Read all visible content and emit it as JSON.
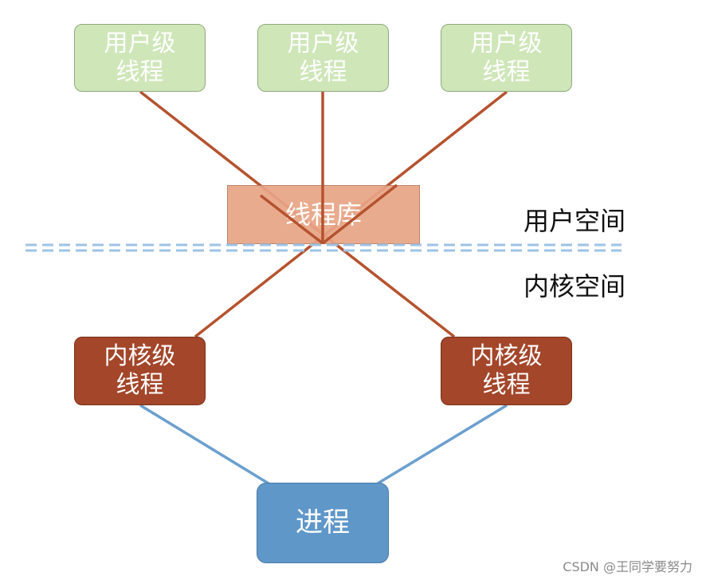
{
  "nodes": {
    "user_threads": [
      "用户级\n线程",
      "用户级\n线程",
      "用户级\n线程"
    ],
    "thread_library": "线程库",
    "kernel_threads": [
      "内核级\n线程",
      "内核级\n线程"
    ],
    "process": "进程"
  },
  "regions": {
    "user_space": "用户空间",
    "kernel_space": "内核空间"
  },
  "colors": {
    "user_thread_fill": "#cfe6b9",
    "thread_lib_fill": "#e8a485",
    "kernel_thread_fill": "#a3462a",
    "process_fill": "#5f97c9",
    "upper_link": "#b5532f",
    "lower_link": "#6b9fcf",
    "boundary": "#9dc3e6"
  },
  "watermark": "CSDN @王同学要努力"
}
